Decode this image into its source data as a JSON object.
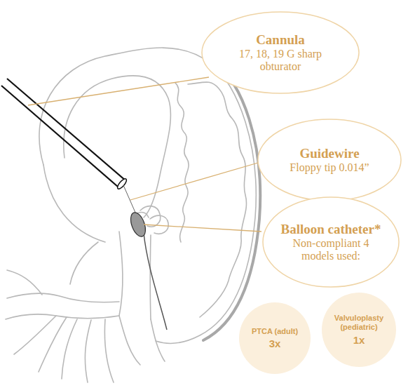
{
  "diagram": {
    "nodes": [
      {
        "text": [
          "Cannula",
          "17, 18, 19 G sharp obturator"
        ]
      },
      {
        "text": [
          "Guidewire",
          "Floppy tip 0.014”"
        ]
      },
      {
        "text": [
          "Balloon catheter*",
          "Non-compliant 4 models used:"
        ]
      },
      {
        "text": [
          "PTCA (adult)",
          "3x"
        ]
      },
      {
        "text": [
          "Valvuloplasty (pediatric)",
          "1x"
        ]
      }
    ]
  }
}
